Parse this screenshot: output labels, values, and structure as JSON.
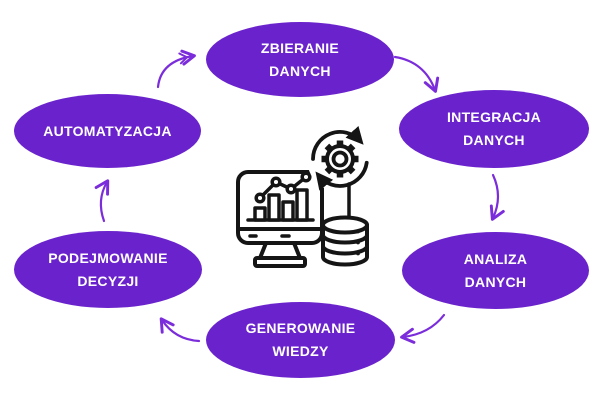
{
  "diagram": {
    "background_color": "#ffffff",
    "node_fill_color": "#6A23CC",
    "node_text_color": "#ffffff",
    "arrow_color": "#7B2DDB",
    "icon_color": "#151515",
    "flow_direction": "clockwise",
    "nodes": [
      {
        "id": "zbieranie-danych",
        "position": "top",
        "lines": [
          "ZBIERANIE",
          "DANYCH"
        ]
      },
      {
        "id": "integracja-danych",
        "position": "top-right",
        "lines": [
          "INTEGRACJA",
          "DANYCH"
        ]
      },
      {
        "id": "analiza-danych",
        "position": "bottom-right",
        "lines": [
          "ANALIZA",
          "DANYCH"
        ]
      },
      {
        "id": "generowanie-wiedzy",
        "position": "bottom",
        "lines": [
          "GENEROWANIE",
          "WIEDZY"
        ]
      },
      {
        "id": "podejmowanie-decyzji",
        "position": "bottom-left",
        "lines": [
          "PODEJMOWANIE",
          "DECYZJI"
        ]
      },
      {
        "id": "automatyzacja",
        "position": "top-left",
        "lines": [
          "AUTOMATYZACJA"
        ]
      }
    ],
    "arrows": [
      {
        "from": "automatyzacja",
        "to": "zbieranie-danych"
      },
      {
        "from": "zbieranie-danych",
        "to": "integracja-danych"
      },
      {
        "from": "integracja-danych",
        "to": "analiza-danych"
      },
      {
        "from": "analiza-danych",
        "to": "generowanie-wiedzy"
      },
      {
        "from": "generowanie-wiedzy",
        "to": "podejmowanie-decyzji"
      },
      {
        "from": "podejmowanie-decyzji",
        "to": "automatyzacja"
      }
    ],
    "center_icon": {
      "name": "analytics-monitor-gear-database-icon",
      "elements": [
        "monitor-with-bar-chart",
        "line-chart-with-dots",
        "gear-with-sync-arrows",
        "database-cylinder"
      ]
    }
  }
}
